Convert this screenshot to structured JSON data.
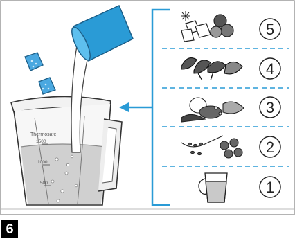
{
  "figure": {
    "step_number": "6",
    "steps": [
      {
        "number": "5",
        "contents": "frozen ingredients and ice cubes"
      },
      {
        "number": "4",
        "contents": "leafy greens"
      },
      {
        "number": "3",
        "contents": "fruits and vegetables"
      },
      {
        "number": "2",
        "contents": "seeds and dry ingredients"
      },
      {
        "number": "1",
        "contents": "liquid"
      }
    ],
    "jug_scale": [
      "1500",
      "1000",
      "500"
    ],
    "jug_label": "Thermosafe",
    "colors": {
      "accent_blue": "#2a9bd6",
      "ice_blue": "#4aa8e0",
      "liquid_gray": "#c9c9c9",
      "frame_gray": "#9a9a9a"
    }
  }
}
